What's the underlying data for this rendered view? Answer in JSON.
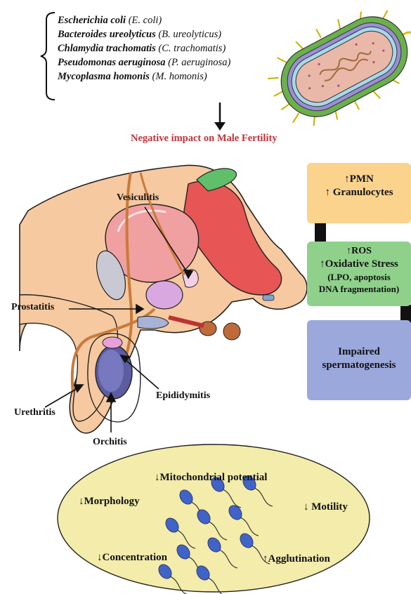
{
  "species": [
    {
      "name": "Escherichia coli",
      "abbr": "(E. coli)"
    },
    {
      "name": "Bacteroides ureolyticus",
      "abbr": "(B. ureolyticus)"
    },
    {
      "name": "Chlamydia trachomatis",
      "abbr": "(C. trachomatis)"
    },
    {
      "name": "Pseudomonas aeruginosa",
      "abbr": "(P. aeruginosa)"
    },
    {
      "name": "Mycoplasma homonis",
      "abbr": "(M. homonis)"
    }
  ],
  "impact_title": "Negative impact on Male Fertility",
  "anatomy_labels": {
    "vesiculitis": "Vesiculitis",
    "prostatitis": "Prostatitis",
    "epididymitis": "Epididymitis",
    "urethritis": "Urethritis",
    "orchitis": "Orchitis"
  },
  "cascade": {
    "box1": [
      "↑PMN",
      "↑ Granulocytes"
    ],
    "box2": [
      "↑ROS",
      "↑Oxidative Stress",
      "(LPO, apoptosis",
      "DNA fragmentation)"
    ],
    "box3": [
      "Impaired",
      "spermatogenesis"
    ]
  },
  "effects": {
    "mitochondrial": "↓Mitochondrial potential",
    "morphology": "↓Morphology",
    "motility": "↓ Motility",
    "concentration": "↓Concentration",
    "agglutination": "↑Agglutination"
  },
  "colors": {
    "impact_title": "#c0343c",
    "box1": "#fbd38d",
    "box2": "#8fd18b",
    "box3": "#9aa8dc",
    "oval": "#f3ecaa"
  }
}
